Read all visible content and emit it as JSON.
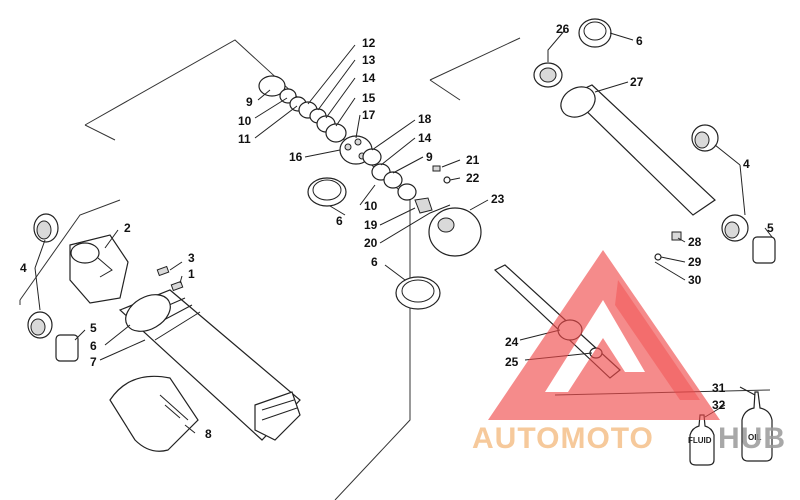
{
  "diagram": {
    "labels": {
      "l1": "1",
      "l2": "2",
      "l3": "3",
      "l4a": "4",
      "l4b": "4",
      "l5a": "5",
      "l5b": "5",
      "l6a": "6",
      "l6b": "6",
      "l6c": "6",
      "l6d": "6",
      "l7": "7",
      "l8": "8",
      "l9a": "9",
      "l9b": "9",
      "l10a": "10",
      "l10b": "10",
      "l11": "11",
      "l12": "12",
      "l13": "13",
      "l14a": "14",
      "l14b": "14",
      "l15": "15",
      "l16": "16",
      "l17": "17",
      "l18": "18",
      "l19": "19",
      "l20": "20",
      "l21": "21",
      "l22": "22",
      "l23": "23",
      "l24": "24",
      "l25": "25",
      "l26": "26",
      "l27": "27",
      "l28": "28",
      "l29": "29",
      "l30": "30",
      "l31": "31",
      "l32": "32"
    },
    "bottles": {
      "fluid": "FLUID",
      "oil": "OIL"
    }
  },
  "watermark": {
    "text_a": "AUTOMOTO",
    "text_b": "HUB",
    "color_a": "#f5c08a",
    "color_b": "#9a9a9a",
    "logo_color": "#f04a4a"
  }
}
